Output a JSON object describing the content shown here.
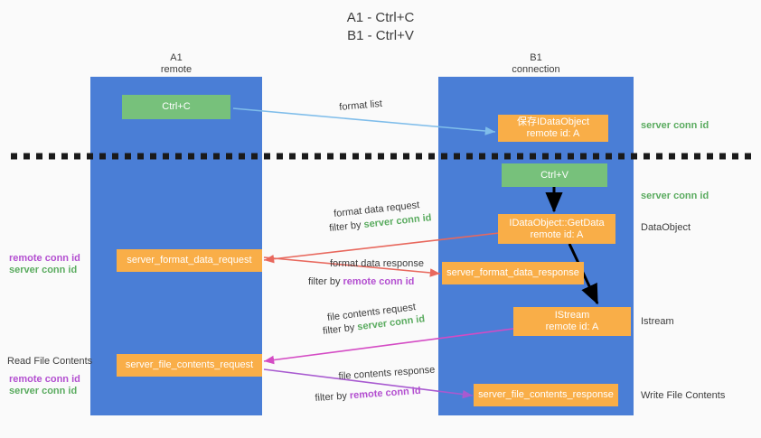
{
  "title": "A1 - Ctrl+C\nB1 - Ctrl+V",
  "lanes": [
    {
      "name": "A1",
      "sub": "remote",
      "label": "A1\nremote"
    },
    {
      "name": "B1",
      "sub": "connection",
      "label": "B1\nconnection"
    }
  ],
  "nodes": {
    "ctrl_c": "Ctrl+C",
    "ctrl_v": "Ctrl+V",
    "save_idataobject": "保存IDataObject\nremote id: A",
    "idataobject_getdata": "IDataObject::GetData\nremote id: A",
    "istream": "IStream\nremote id: A",
    "server_format_data_request": "server_format_data_request",
    "server_format_data_response": "server_format_data_response",
    "server_file_contents_request": "server_file_contents_request",
    "server_file_contents_response": "server_file_contents_response"
  },
  "edge_labels": {
    "format_list": "format list",
    "format_data_request": "format data request",
    "format_data_request_filter_prefix": "filter by ",
    "format_data_request_filter_key": "server conn id",
    "format_data_response": "format data response",
    "format_data_response_filter_prefix": "filter by ",
    "format_data_response_filter_key": "remote conn id",
    "file_contents_request": "file contents request",
    "file_contents_request_filter_prefix": "filter by ",
    "file_contents_request_filter_key": "server conn id",
    "file_contents_response": "file contents response",
    "file_contents_response_filter_prefix": "filter by ",
    "file_contents_response_filter_key": "remote conn id"
  },
  "right_labels": {
    "server_conn_id_top": "server conn id",
    "server_conn_id_mid": "server conn id",
    "dataobject": "DataObject",
    "istream": "Istream",
    "write_file_contents": "Write File Contents"
  },
  "left_labels": {
    "remote_conn_id_upper": "remote conn id",
    "server_conn_id_upper": "server conn id",
    "read_file_contents": "Read File Contents",
    "remote_conn_id_lower": "remote conn id",
    "server_conn_id_lower": "server conn id"
  },
  "colors": {
    "lane": "#4a7ed6",
    "green_node": "#77c17b",
    "orange_node": "#f9ae48",
    "server_conn_id": "#5aab5f",
    "remote_conn_id": "#b34fd0",
    "arrow_blue": "#7fbdea",
    "arrow_red": "#e8685d",
    "arrow_magenta": "#d44bc4",
    "arrow_purple": "#a85ad0",
    "arrow_black": "#000000",
    "background": "#fafafa"
  }
}
